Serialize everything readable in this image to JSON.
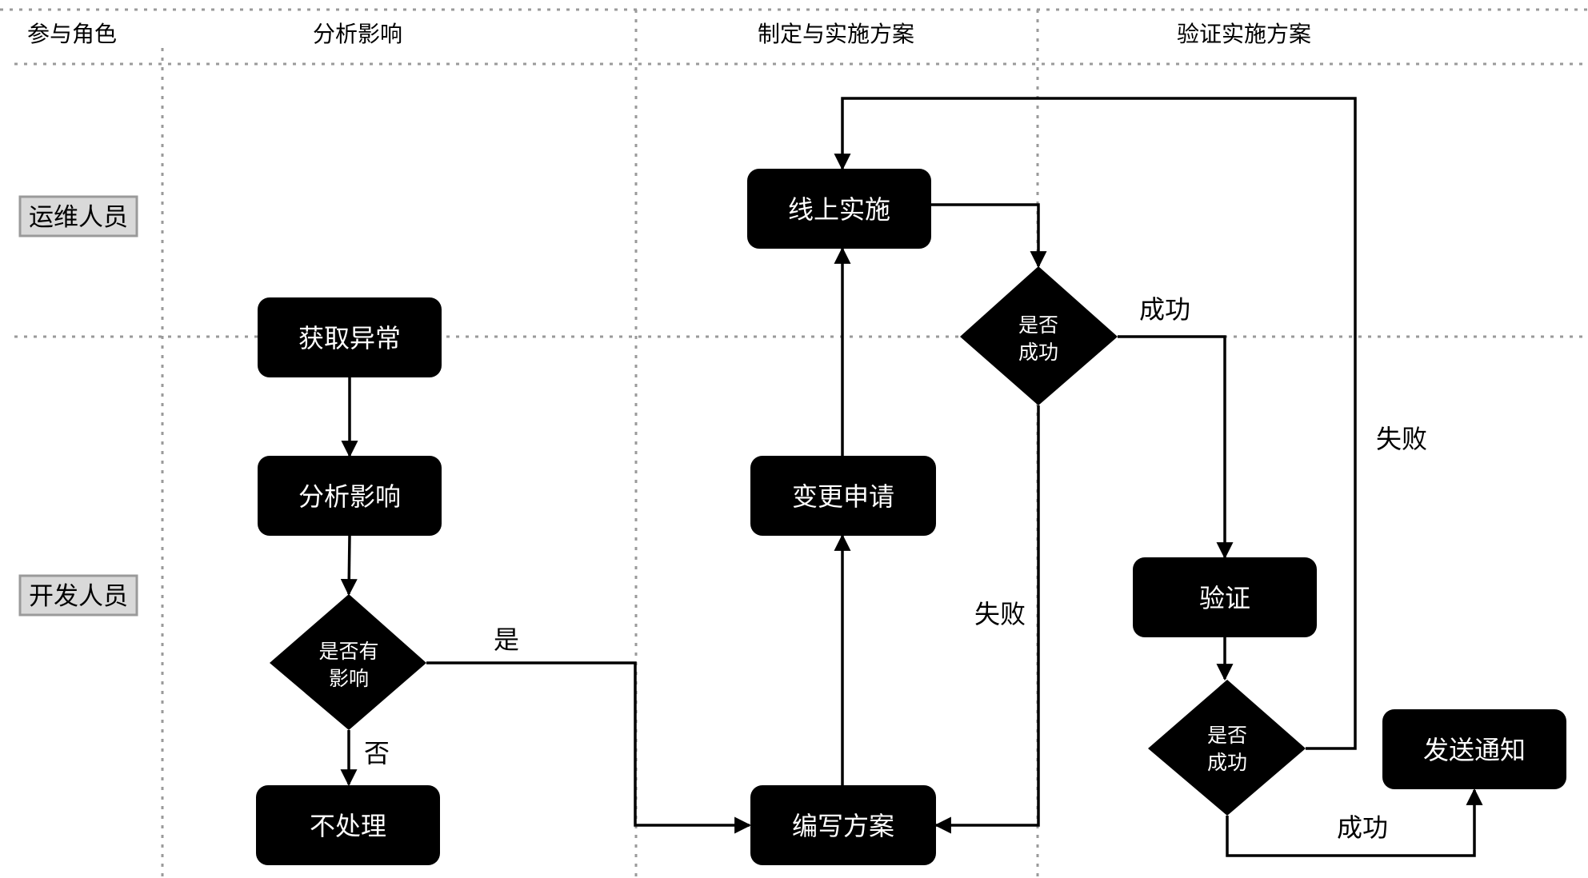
{
  "headers": {
    "roles": "参与角色",
    "phase1": "分析影响",
    "phase2": "制定与实施方案",
    "phase3": "验证实施方案"
  },
  "roles": {
    "ops": "运维人员",
    "dev": "开发人员"
  },
  "nodes": {
    "get_exception": "获取异常",
    "analyze_impact": "分析影响",
    "has_impact_line1": "是否有",
    "has_impact_line2": "影响",
    "no_action": "不处理",
    "write_plan": "编写方案",
    "change_request": "变更申请",
    "online_impl": "线上实施",
    "impl_success_line1": "是否",
    "impl_success_line2": "成功",
    "verify": "验证",
    "verify_success_line1": "是否",
    "verify_success_line2": "成功",
    "send_notice": "发送通知"
  },
  "edge_labels": {
    "yes": "是",
    "no": "否",
    "impl_success": "成功",
    "impl_fail": "失败",
    "verify_fail": "失败",
    "verify_success": "成功"
  },
  "colors": {
    "node_fill": "#000000",
    "node_text": "#ffffff",
    "grid": "#9a9a9a",
    "role_box_fill": "#d9d9d9",
    "role_box_border": "#9a9a9a"
  }
}
